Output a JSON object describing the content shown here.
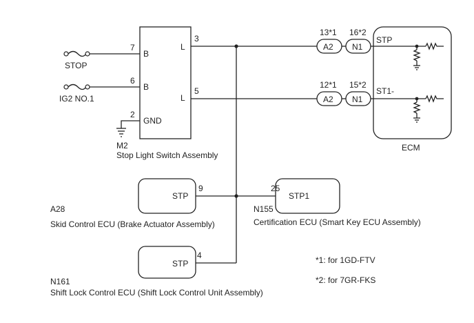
{
  "stop_light_switch": {
    "name": "Stop Light Switch Assembly",
    "code": "M2",
    "pins": [
      {
        "no": "7",
        "label": "B"
      },
      {
        "no": "6",
        "label": "B"
      },
      {
        "no": "2",
        "label": "GND"
      },
      {
        "no": "3",
        "label": "L"
      },
      {
        "no": "5",
        "label": "L"
      }
    ]
  },
  "fuses": {
    "stop": "STOP",
    "ig2": "IG2 NO.1"
  },
  "connectors": {
    "upper": {
      "a_pin": "13*1",
      "a_label": "A2",
      "n_pin": "16*2",
      "n_label": "N1"
    },
    "lower": {
      "a_pin": "12*1",
      "a_label": "A2",
      "n_pin": "15*2",
      "n_label": "N1"
    }
  },
  "ecm": {
    "name": "ECM",
    "stp": "STP",
    "st1": "ST1-"
  },
  "skid_ecu": {
    "code": "A28",
    "name": "Skid Control ECU (Brake Actuator Assembly)",
    "pin": "9",
    "label": "STP"
  },
  "cert_ecu": {
    "code": "N155",
    "name": "Certification ECU (Smart Key ECU Assembly)",
    "pin": "25",
    "label": "STP1"
  },
  "shift_ecu": {
    "code": "N161",
    "name": "Shift Lock Control ECU (Shift Lock Control Unit Assembly)",
    "pin": "4",
    "label": "STP"
  },
  "notes": [
    "*1: for 1GD-FTV",
    "*2: for 7GR-FKS"
  ]
}
